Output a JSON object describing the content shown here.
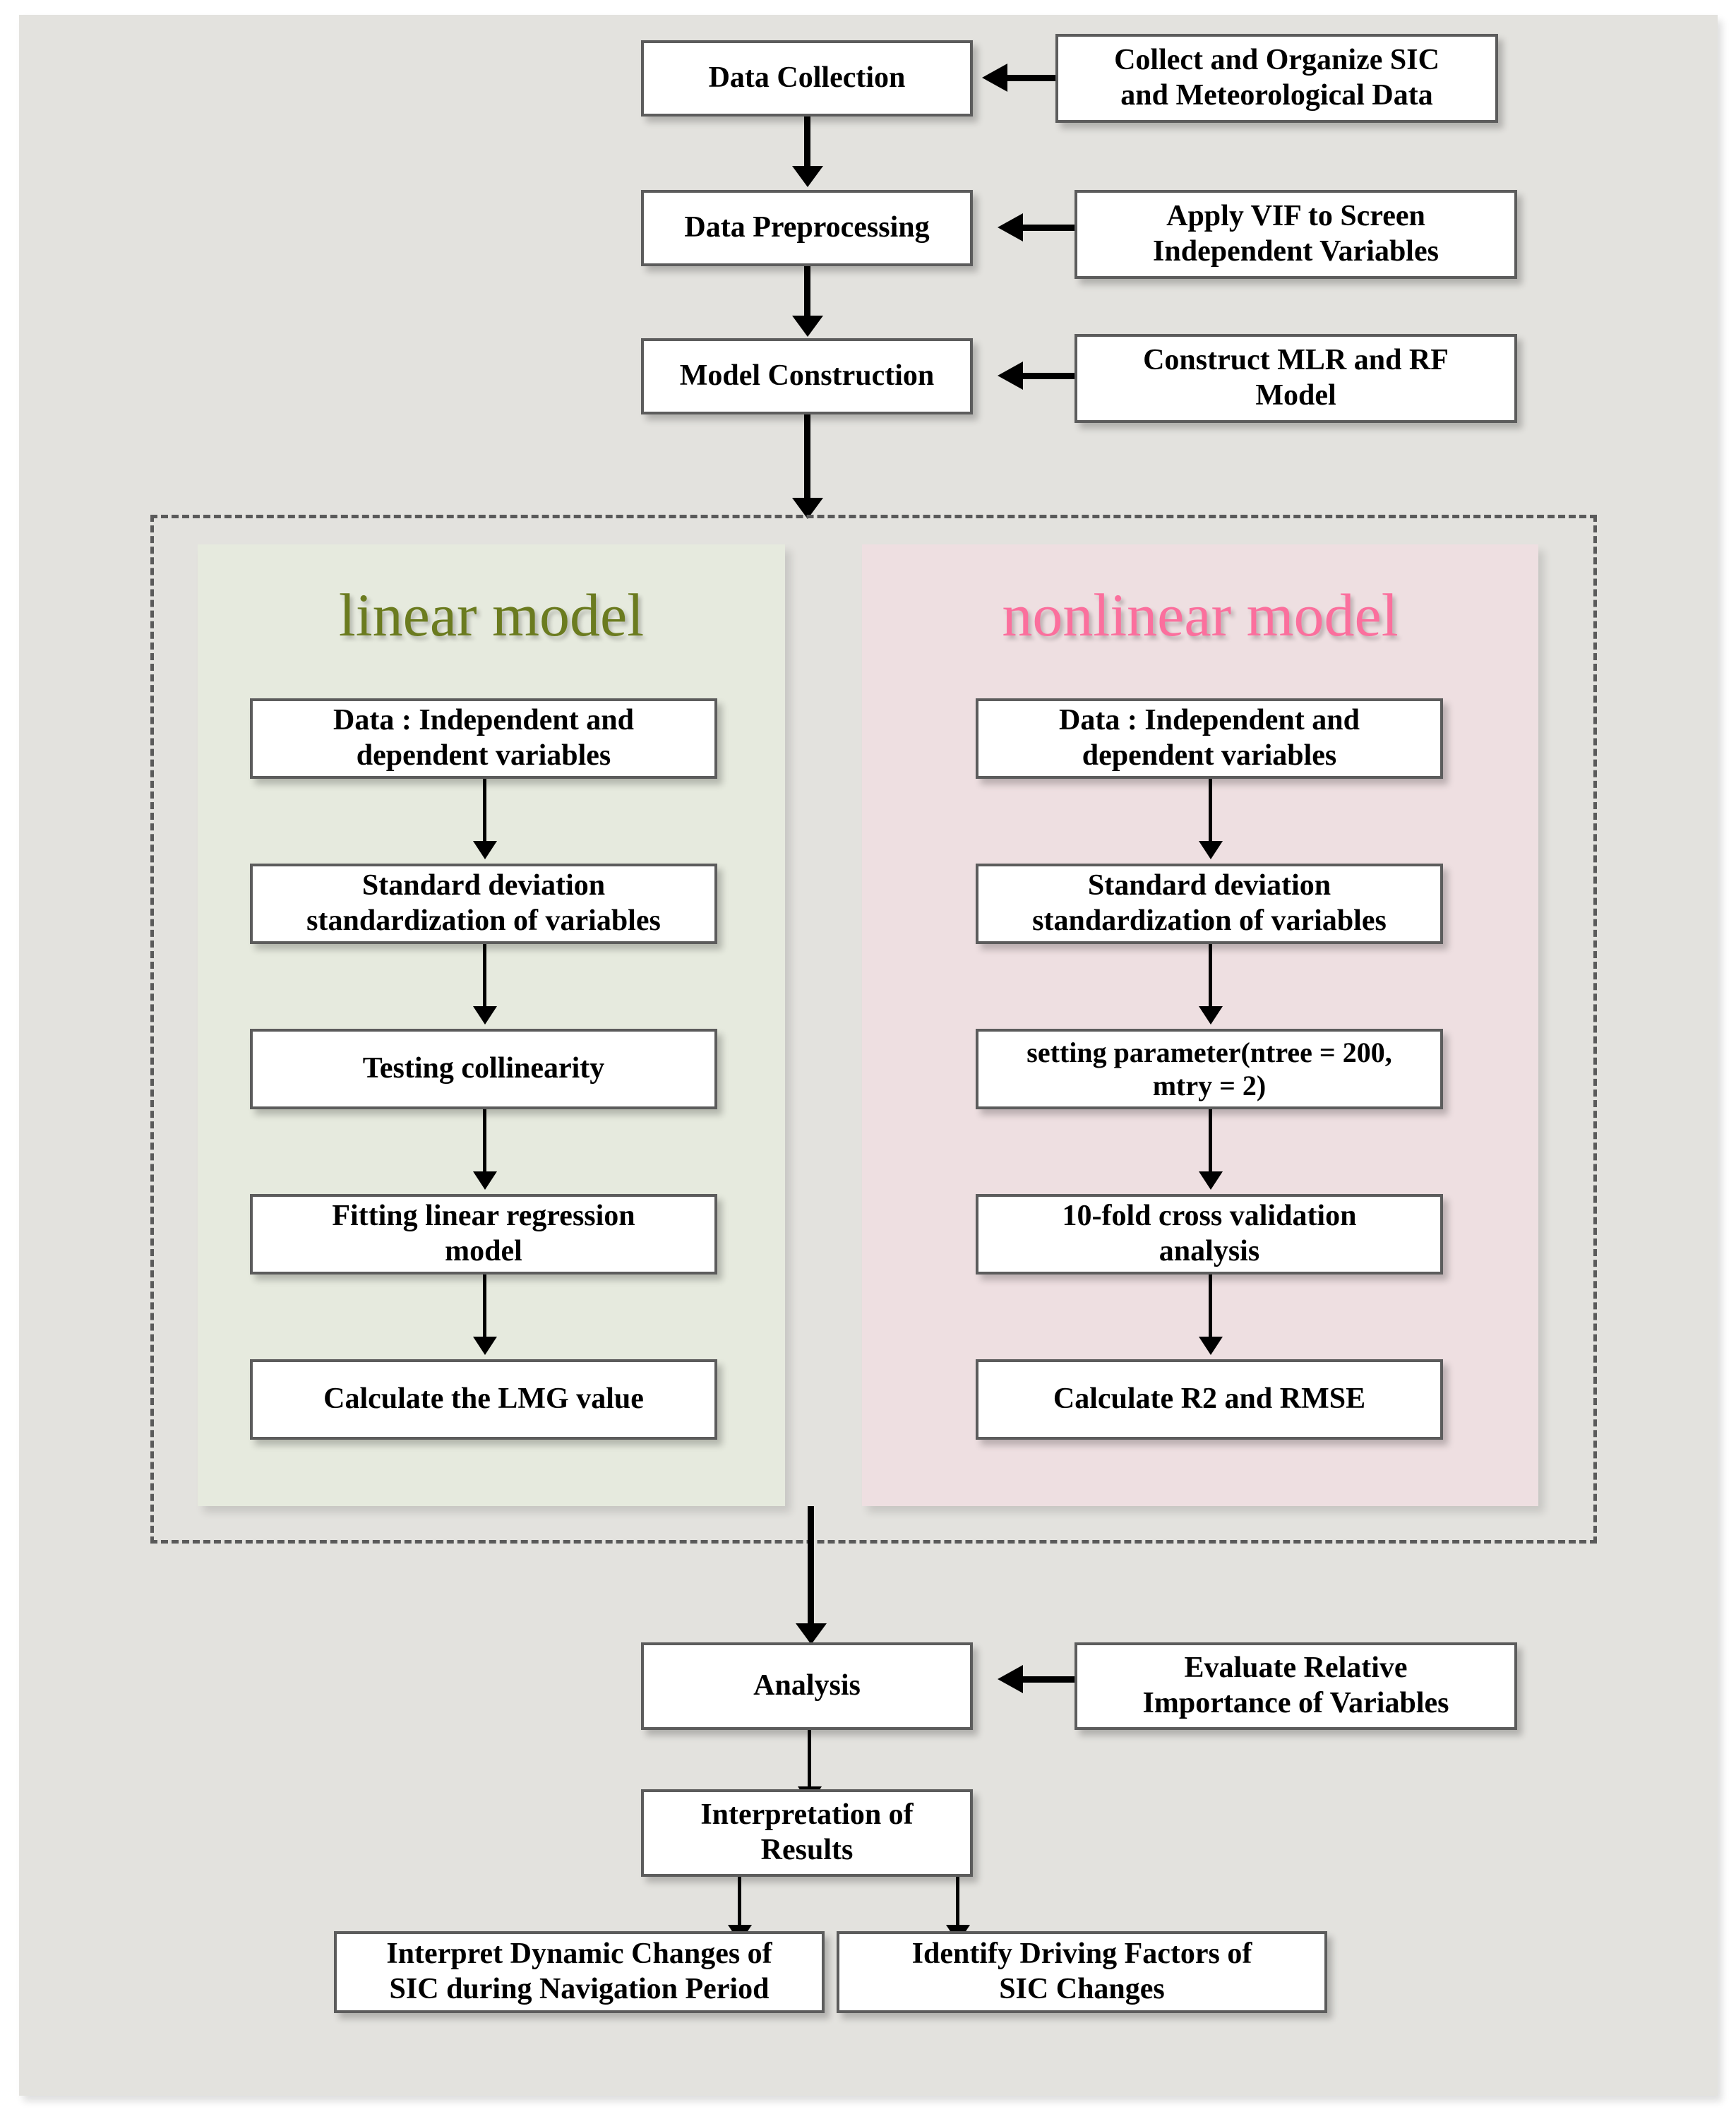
{
  "diagram": {
    "title": "SIC modeling workflow flowchart",
    "background_color": "#e3e2de",
    "main_flow": [
      {
        "id": "data-collection",
        "label": "Data Collection"
      },
      {
        "id": "data-preprocessing",
        "label": "Data Preprocessing"
      },
      {
        "id": "model-construction",
        "label": "Model Construction"
      }
    ],
    "side_notes": [
      {
        "id": "collect-organize",
        "line1": "Collect and Organize SIC",
        "line2": "and Meteorological Data"
      },
      {
        "id": "apply-vif",
        "line1": "Apply VIF to Screen",
        "line2": "Independent Variables"
      },
      {
        "id": "construct-models",
        "line1": "Construct MLR and RF",
        "line2": "Model"
      }
    ],
    "panels": [
      {
        "id": "linear",
        "title": "linear model",
        "title_color": "#6b7b1f",
        "background_color": "#e6eade",
        "steps": [
          {
            "line1": "Data : Independent and",
            "line2": "dependent variables"
          },
          {
            "line1": "Standard deviation",
            "line2": "standardization of variables"
          },
          {
            "line1": "Testing collinearity",
            "line2": ""
          },
          {
            "line1": "Fitting linear regression",
            "line2": "model"
          },
          {
            "line1": "Calculate the LMG value",
            "line2": ""
          }
        ]
      },
      {
        "id": "nonlinear",
        "title": "nonlinear model",
        "title_color": "#fb6f9d",
        "background_color": "#eedfe1",
        "steps": [
          {
            "line1": "Data : Independent and",
            "line2": "dependent variables"
          },
          {
            "line1": "Standard deviation",
            "line2": "standardization of variables"
          },
          {
            "line1": "setting parameter(ntree = 200,",
            "line2": "mtry = 2)"
          },
          {
            "line1": "10-fold cross validation",
            "line2": "analysis"
          },
          {
            "line1": "Calculate R2 and RMSE",
            "line2": ""
          }
        ]
      }
    ],
    "bottom_flow": {
      "analysis": {
        "label": "Analysis"
      },
      "evaluate_note": {
        "line1": "Evaluate Relative",
        "line2": "Importance of  Variables"
      },
      "interpretation": {
        "line1": "Interpretation of",
        "line2": "Results"
      },
      "outcomes": [
        {
          "line1": "Interpret Dynamic Changes of",
          "line2": "SIC during Navigation Period"
        },
        {
          "line1": "Identify Driving Factors of",
          "line2": "SIC Changes"
        }
      ]
    }
  }
}
